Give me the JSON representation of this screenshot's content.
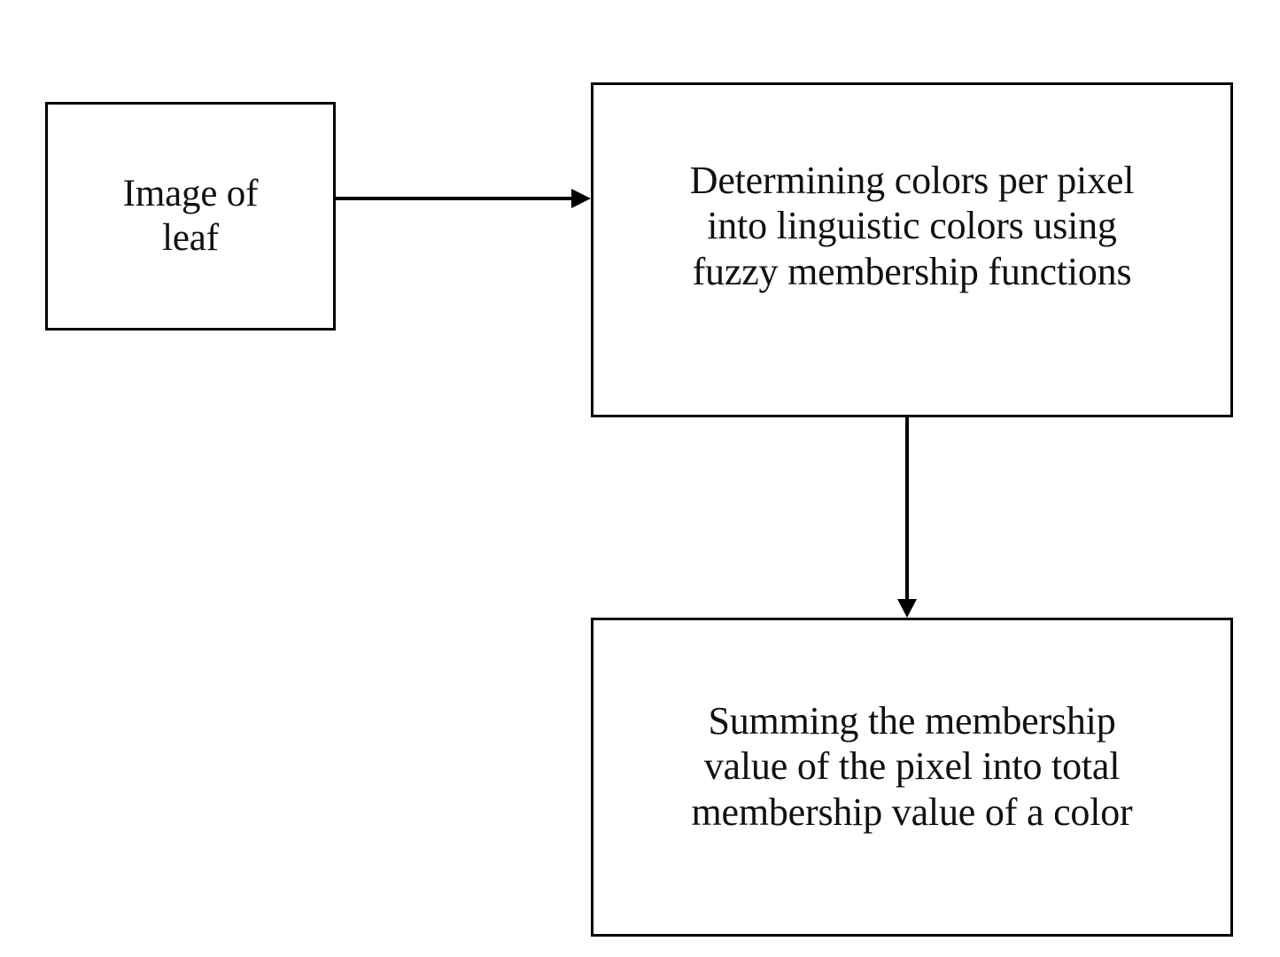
{
  "diagram": {
    "title": "Fuzzy color determination flowchart",
    "background_color": "#ffffff",
    "stroke_color": "#000000",
    "text_color": "#111111",
    "nodes": [
      {
        "id": "source",
        "name": "image-of-leaf",
        "label": "Image of\nleaf",
        "shape": "rectangle"
      },
      {
        "id": "determine",
        "name": "determining-colors",
        "label": "Determining colors per pixel\ninto linguistic colors using\nfuzzy membership functions",
        "shape": "rectangle"
      },
      {
        "id": "summing",
        "name": "summing-membership",
        "label": "Summing the membership\nvalue of the pixel into total\nmembership value of a color",
        "shape": "rectangle"
      }
    ],
    "connectors": [
      {
        "id": "source-to-determine",
        "name": "arrow-source-to-determine",
        "from": "source",
        "to": "determine",
        "direction": "right",
        "arrowhead": "solid-triangle"
      },
      {
        "id": "determine-to-summing",
        "name": "arrow-determine-to-summing",
        "from": "determine",
        "to": "summing",
        "direction": "down",
        "arrowhead": "solid-triangle"
      }
    ]
  }
}
